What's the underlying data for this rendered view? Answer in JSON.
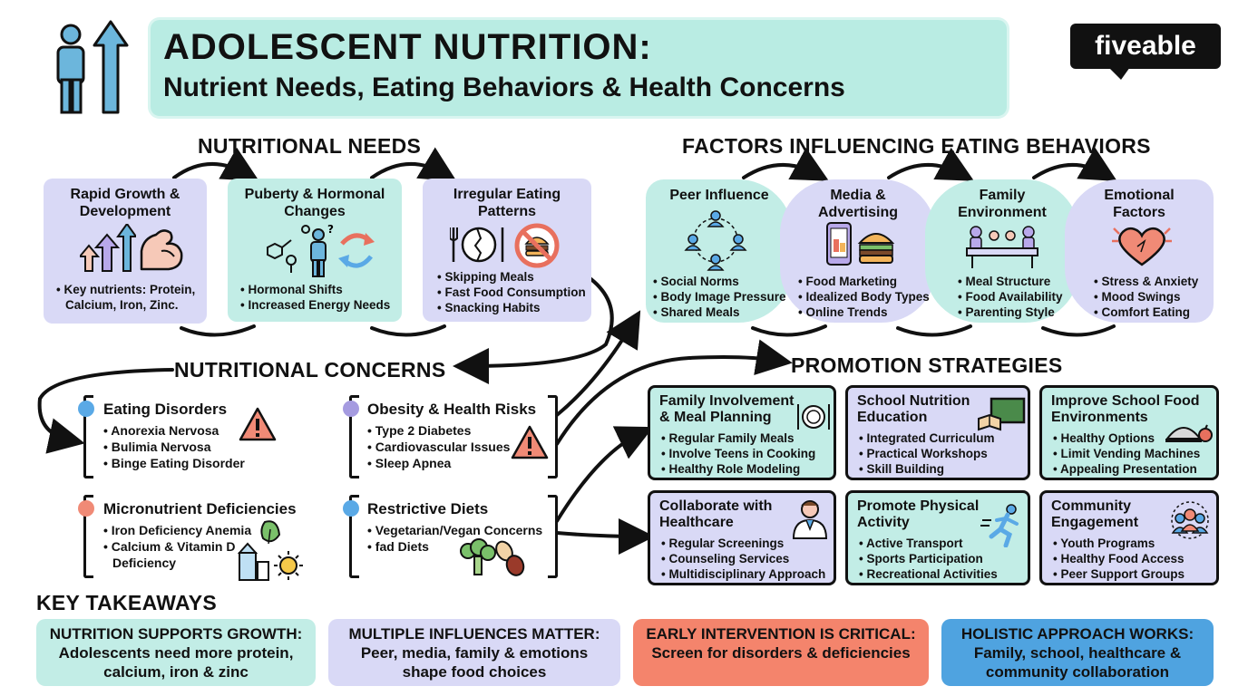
{
  "header": {
    "title": "ADOLESCENT NUTRITION:",
    "subtitle": "Nutrient Needs, Eating Behaviors & Health Concerns",
    "logo": "fiveable"
  },
  "nutritional_needs": {
    "heading": "NUTRITIONAL NEEDS",
    "cards": [
      {
        "title_lines": [
          "Rapid Growth &",
          "Development"
        ],
        "bullets": [
          "Key nutrients: Protein,",
          "Calcium, Iron, Zinc."
        ]
      },
      {
        "title_lines": [
          "Puberty & Hormonal",
          "Changes"
        ],
        "bullets": [
          "Hormonal Shifts",
          "Increased Energy Needs"
        ]
      },
      {
        "title_lines": [
          "Irregular Eating",
          "Patterns"
        ],
        "bullets": [
          "Skipping Meals",
          "Fast Food Consumption",
          "Snacking Habits"
        ]
      }
    ]
  },
  "factors": {
    "heading": "FACTORS INFLUENCING EATING BEHAVIORS",
    "cards": [
      {
        "title_lines": [
          "Peer Influence",
          ""
        ],
        "bullets": [
          "Social Norms",
          "Body Image Pressure",
          "Shared Meals"
        ]
      },
      {
        "title_lines": [
          "Media &",
          "Advertising"
        ],
        "bullets": [
          "Food Marketing",
          "Idealized Body Types",
          "Online Trends"
        ]
      },
      {
        "title_lines": [
          "Family",
          "Environment"
        ],
        "bullets": [
          "Meal Structure",
          "Food Availability",
          "Parenting Style"
        ]
      },
      {
        "title_lines": [
          "Emotional",
          "Factors"
        ],
        "bullets": [
          "Stress & Anxiety",
          "Mood Swings",
          "Comfort Eating"
        ]
      }
    ]
  },
  "concerns": {
    "heading": "NUTRITIONAL CONCERNS",
    "items": [
      {
        "title": "Eating Disorders",
        "bullets": [
          "Anorexia Nervosa",
          "Bulimia Nervosa",
          "Binge Eating Disorder"
        ],
        "dot_color": "#5aa9e6"
      },
      {
        "title": "Obesity & Health Risks",
        "bullets": [
          "Type 2 Diabetes",
          "Cardiovascular Issues",
          "Sleep Apnea"
        ],
        "dot_color": "#a59be0"
      },
      {
        "title": "Micronutrient Deficiencies",
        "bullets": [
          "Iron Deficiency Anemia",
          "Calcium & Vitamin D",
          "Deficiency"
        ],
        "dot_color": "#f08a76"
      },
      {
        "title": "Restrictive Diets",
        "bullets": [
          "Vegetarian/Vegan Concerns",
          "fad Diets"
        ],
        "dot_color": "#5aa9e6"
      }
    ]
  },
  "promotion": {
    "heading": "PROMOTION STRATEGIES",
    "cards": [
      {
        "title_lines": [
          "Family Involvement",
          "& Meal Planning"
        ],
        "bullets": [
          "Regular Family Meals",
          "Involve Teens in Cooking",
          "Healthy Role Modeling"
        ]
      },
      {
        "title_lines": [
          "School Nutrition",
          "Education"
        ],
        "bullets": [
          "Integrated Curriculum",
          "Practical Workshops",
          "Skill Building"
        ]
      },
      {
        "title_lines": [
          "Improve School Food",
          "Environments"
        ],
        "bullets": [
          "Healthy Options",
          "Limit Vending Machines",
          "Appealing Presentation"
        ]
      },
      {
        "title_lines": [
          "Collaborate with",
          "Healthcare"
        ],
        "bullets": [
          "Regular Screenings",
          "Counseling Services",
          "Multidisciplinary Approach"
        ]
      },
      {
        "title_lines": [
          "Promote Physical",
          "Activity"
        ],
        "bullets": [
          "Active Transport",
          "Sports Participation",
          "Recreational Activities"
        ]
      },
      {
        "title_lines": [
          "Community",
          "Engagement"
        ],
        "bullets": [
          "Youth Programs",
          "Healthy Food Access",
          "Peer Support Groups"
        ]
      }
    ]
  },
  "takeaways": {
    "heading": "KEY TAKEAWAYS",
    "items": [
      {
        "line1": "NUTRITION SUPPORTS GROWTH:",
        "line2": "Adolescents need more protein,",
        "line3": "calcium, iron & zinc",
        "color": "#c2ede6"
      },
      {
        "line1": "MULTIPLE INFLUENCES MATTER:",
        "line2": "Peer, media, family & emotions",
        "line3": "shape food choices",
        "color": "#d9d9f6"
      },
      {
        "line1": "EARLY INTERVENTION IS CRITICAL:",
        "line2": "Screen for disorders & deficiencies",
        "line3": "",
        "color": "#f4846c"
      },
      {
        "line1": "HOLISTIC APPROACH WORKS:",
        "line2": "Family, school, healthcare &",
        "line3": "community collaboration",
        "color": "#4fa3e0"
      }
    ]
  },
  "icons": {
    "growth": "person-arrow-up-icon",
    "muscle": "flexed-arm-icon",
    "hormone": "hormone-symbols-icon",
    "no_fast_food": "no-burger-icon",
    "peers": "people-network-icon",
    "media": "phone-burger-icon",
    "family": "family-table-icon",
    "emotion": "heart-icon",
    "warning": "warning-triangle-icon",
    "milk": "milk-carton-icon",
    "veg": "broccoli-beans-icon",
    "plate": "plate-cutlery-icon",
    "board": "chalkboard-icon",
    "cloche": "food-cloche-icon",
    "doctor": "doctor-icon",
    "runner": "runner-icon",
    "community": "community-icon"
  }
}
